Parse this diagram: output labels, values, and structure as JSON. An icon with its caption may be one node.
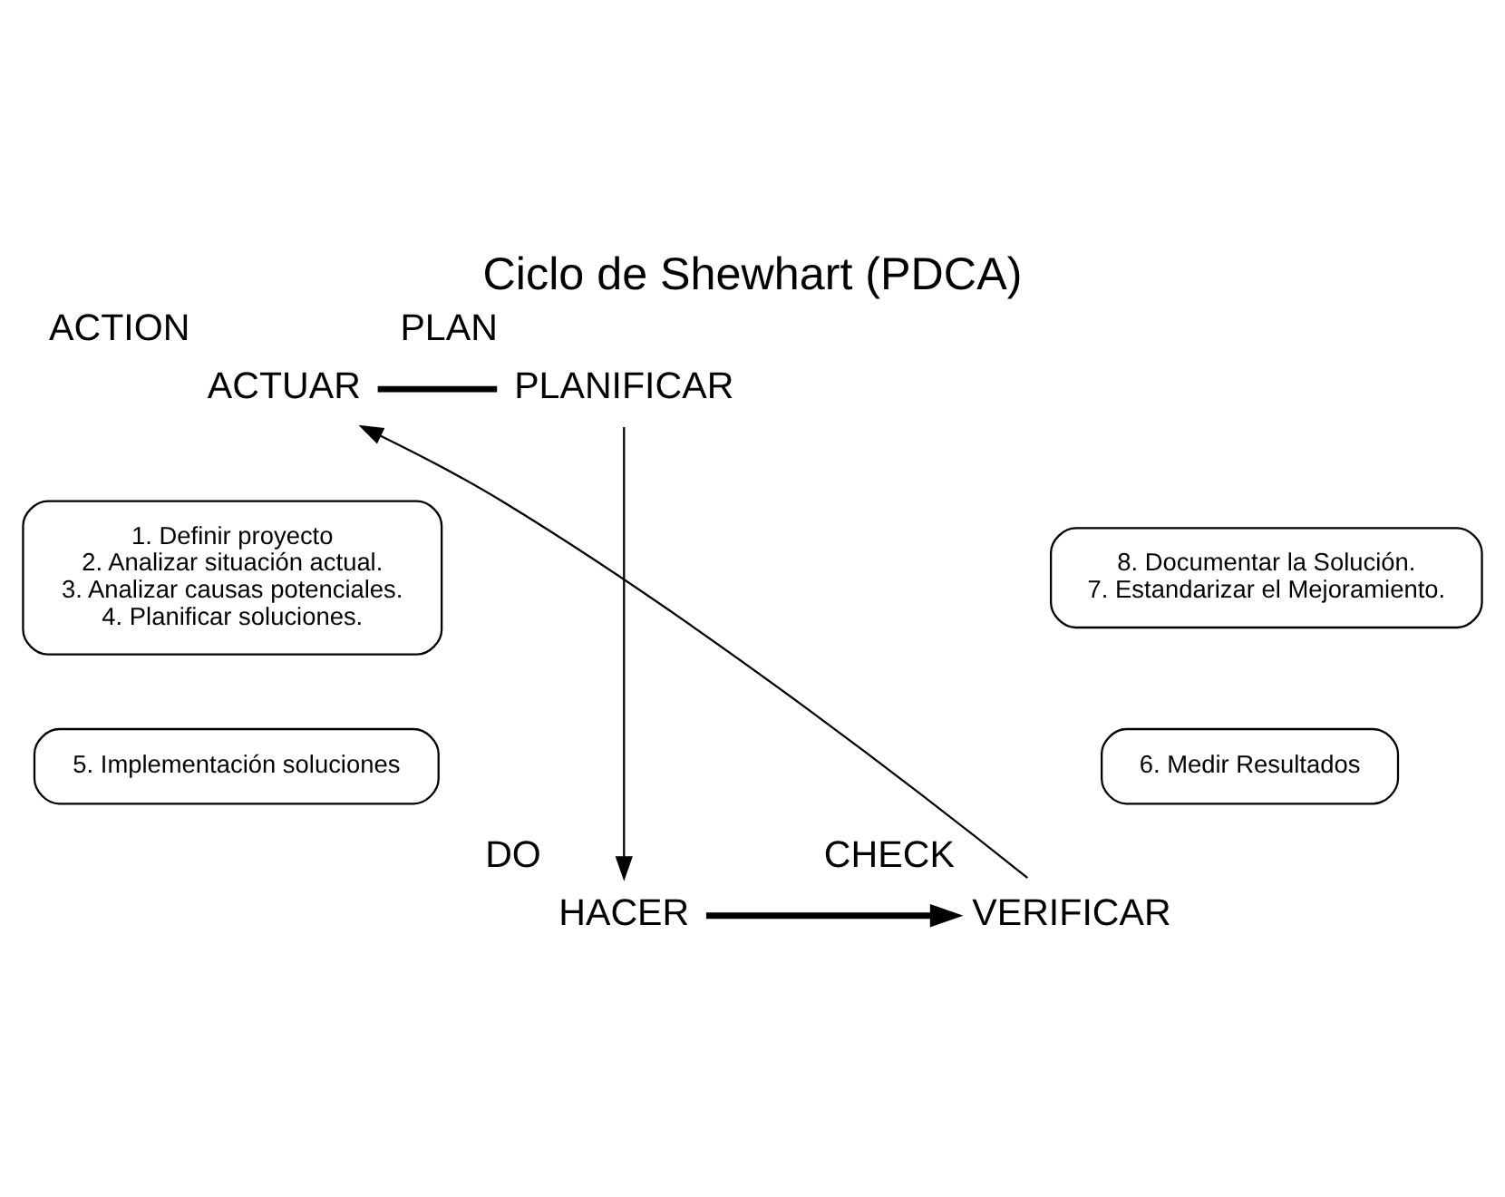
{
  "diagram": {
    "title": "Ciclo de Shewhart (PDCA)",
    "nodes": [
      {
        "text": [
          "PLANIFICAR"
        ],
        "beside": [
          "PLAN"
        ]
      },
      {
        "text": [
          "HACER"
        ],
        "beside": [
          "DO"
        ]
      },
      {
        "text": [
          "VERIFICAR"
        ],
        "beside": [
          "CHECK"
        ]
      },
      {
        "text": [
          "ACTUAR"
        ],
        "beside": [
          "ACTION"
        ]
      },
      {
        "text": [
          "1. Definir proyecto",
          "2. Analizar situación actual.",
          "3. Analizar causas potenciales.",
          "4. Planificar soluciones."
        ]
      },
      {
        "text": [
          "5. Implementación soluciones"
        ]
      },
      {
        "text": [
          "6. Medir Resultados"
        ]
      },
      {
        "text": [
          "8. Documentar la Solución.",
          "7. Estandarizar el Mejoramiento."
        ]
      }
    ],
    "edges": [
      {
        "from": 3,
        "to": 0,
        "arrow": "none",
        "style": "thick"
      },
      {
        "from": 0,
        "to": 1,
        "arrow": "to"
      },
      {
        "from": 1,
        "to": 2,
        "arrow": "to",
        "style": "thick"
      },
      {
        "from": 2,
        "to": 3,
        "arrow": "to"
      }
    ]
  }
}
